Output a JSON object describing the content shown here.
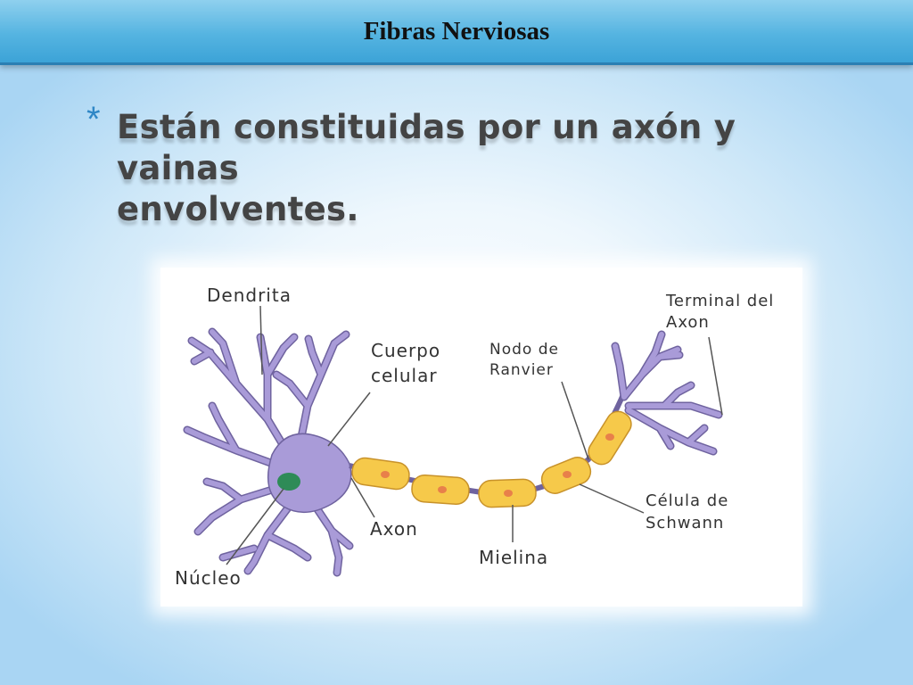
{
  "slide": {
    "title": "Fibras Nerviosas",
    "bullet_symbol": "*",
    "bullet_line_1": "Están constituidas por un axón y vainas",
    "bullet_line_2": "envolventes."
  },
  "diagram": {
    "labels": {
      "dendrita": "Dendrita",
      "cuerpo_1": "Cuerpo",
      "cuerpo_2": "celular",
      "nodo_1": "Nodo de",
      "nodo_2": "Ranvier",
      "terminal_1": "Terminal del",
      "terminal_2": "Axon",
      "axon": "Axon",
      "nucleo": "Núcleo",
      "mielina": "Mielina",
      "schwann_1": "Célula de",
      "schwann_2": "Schwann"
    },
    "colors": {
      "neuron": "#a99bd8",
      "neuron_outline": "#6f639f",
      "myelin": "#f6c94a",
      "myelin_outline": "#c8922a",
      "myelin_nucleus": "#e8804a",
      "cell_nucleus": "#2e8b57"
    }
  }
}
